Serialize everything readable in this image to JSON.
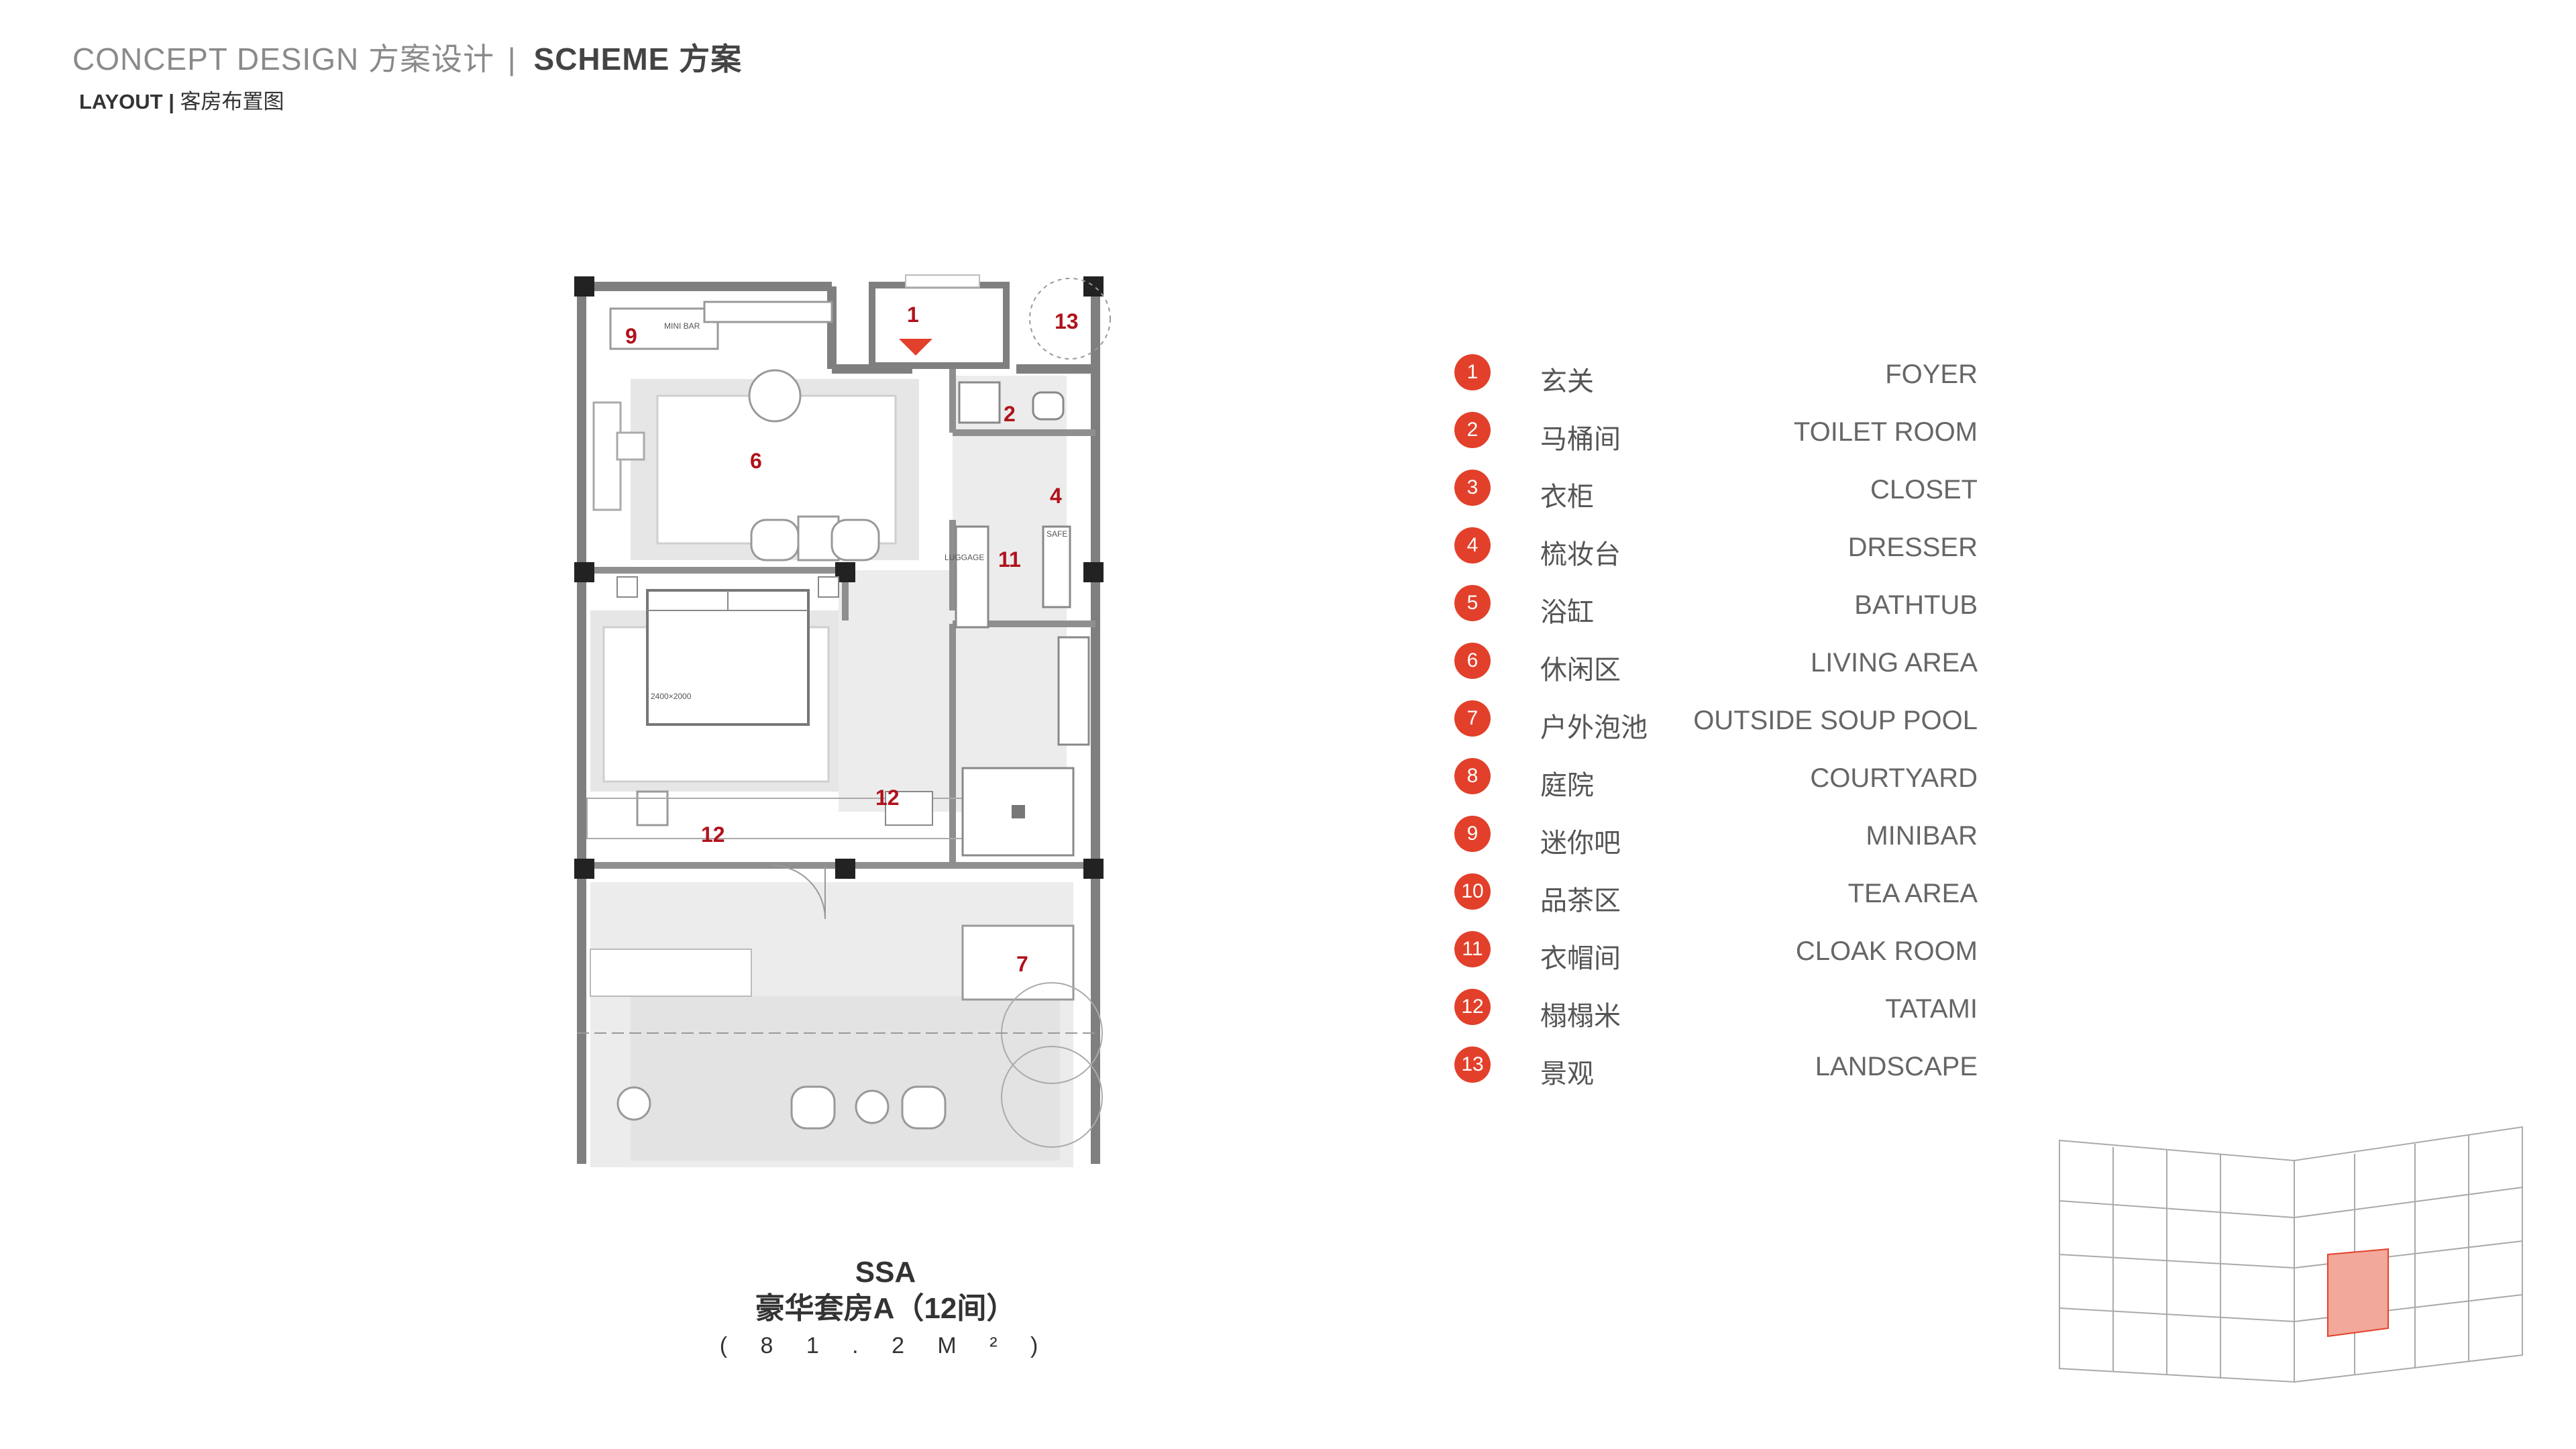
{
  "header": {
    "concept_en": "CONCEPT DESIGN",
    "concept_zh": "方案设计",
    "separator": "|",
    "scheme_en": "SCHEME",
    "scheme_zh": "方案",
    "layout_en": "LAYOUT",
    "layout_sep": "|",
    "layout_zh": "客房布置图"
  },
  "plan_labels": {
    "foyer": "1",
    "toilet": "2",
    "dresser": "4",
    "living": "6",
    "pool": "7",
    "minibar": "9",
    "cloak": "11",
    "tatami_a": "12",
    "tatami_b": "12",
    "landscape": "13",
    "bed_dim": "2400×2000",
    "minibar_tag": "MINI BAR",
    "safe_tag": "SAFE",
    "luggage_tag": "LUGGAGE"
  },
  "caption": {
    "code": "SSA",
    "name": "豪华套房A（12间）",
    "area": "( 8 1 . 2 M ² )"
  },
  "legend": [
    {
      "num": "1",
      "zh": "玄关",
      "en": "FOYER"
    },
    {
      "num": "2",
      "zh": "马桶间",
      "en": "TOILET ROOM"
    },
    {
      "num": "3",
      "zh": "衣柜",
      "en": "CLOSET"
    },
    {
      "num": "4",
      "zh": "梳妆台",
      "en": "DRESSER"
    },
    {
      "num": "5",
      "zh": "浴缸",
      "en": "BATHTUB"
    },
    {
      "num": "6",
      "zh": "休闲区",
      "en": "LIVING AREA"
    },
    {
      "num": "7",
      "zh": "户外泡池",
      "en": "OUTSIDE SOUP POOL"
    },
    {
      "num": "8",
      "zh": "庭院",
      "en": "COURTYARD"
    },
    {
      "num": "9",
      "zh": "迷你吧",
      "en": "MINIBAR"
    },
    {
      "num": "10",
      "zh": "品茶区",
      "en": "TEA AREA"
    },
    {
      "num": "11",
      "zh": "衣帽间",
      "en": "CLOAK ROOM"
    },
    {
      "num": "12",
      "zh": "榻榻米",
      "en": "TATAMI"
    },
    {
      "num": "13",
      "zh": "景观",
      "en": "LANDSCAPE"
    }
  ],
  "colors": {
    "accent_red": "#e2402b",
    "label_red": "#b0121b",
    "wall_gray": "#808080",
    "floor_gray": "#e9e9e9",
    "highlight": "#f2a89a"
  }
}
